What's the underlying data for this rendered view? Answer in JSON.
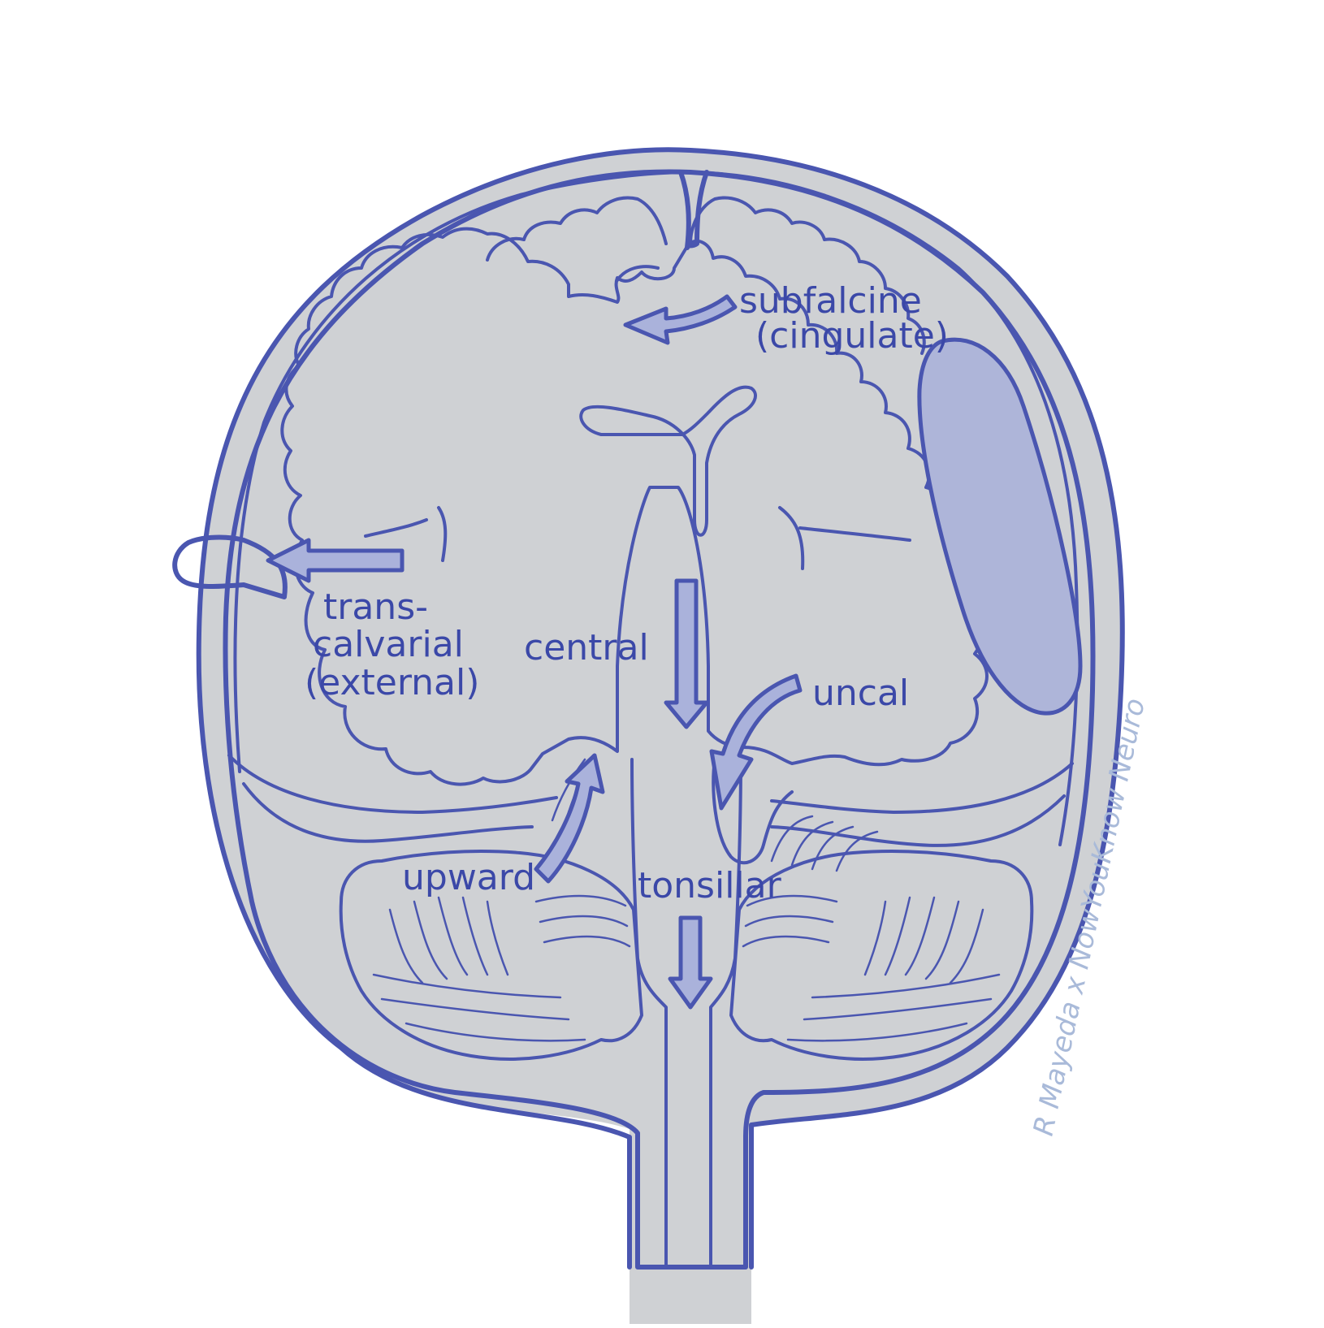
{
  "labels": {
    "subfalcine_line1": "subfalcine",
    "subfalcine_line2": "(cingulate)",
    "transcalvarial_line1": "trans-",
    "transcalvarial_line2": "calvarial",
    "transcalvarial_line3": "(external)",
    "central": "central",
    "uncal": "uncal",
    "upward": "upward",
    "tonsillar": "tonsillar"
  },
  "signature": "R Mayeda x NowYouKnow Neuro",
  "colors": {
    "ink": "#4a56b0",
    "arrow_fill": "#aab2db",
    "hematoma_fill": "#aeb5d9",
    "skull_gray": "#cfd1d4",
    "signature": "#a9bad9"
  },
  "icons": {
    "subfalcine": "curved-arrow-left-icon",
    "transcalvarial": "arrow-left-icon",
    "central": "arrow-down-icon",
    "uncal": "curved-arrow-down-icon",
    "upward": "curved-arrow-up-icon",
    "tonsillar": "arrow-down-icon"
  }
}
